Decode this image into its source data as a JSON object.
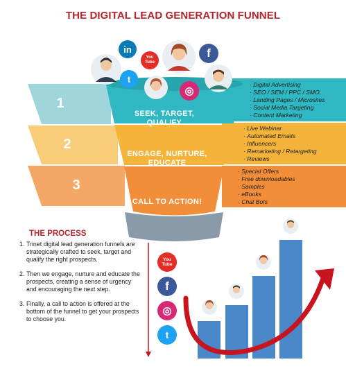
{
  "title": "THE DIGITAL LEAD GENERATION FUNNEL",
  "colors": {
    "title_red": "#b5242d",
    "stage1": "#2fb8c2",
    "stage2": "#f4b43a",
    "stage3": "#f28e3a",
    "tab1": "#9ed6dc",
    "tab2": "#f8cc79",
    "tab3": "#f5a766",
    "stem": "#8a9aa8",
    "arrow_red": "#c7141e",
    "bars": "#4a88c9"
  },
  "stages": [
    {
      "number": "1",
      "label": "SEEK, TARGET, QUALIFY",
      "bullets": [
        "Digital Advertising",
        "SEO / SEM / PPC / SMO",
        "Landing Pages / Microsites",
        "Social Media Targeting",
        "Content Marketing"
      ]
    },
    {
      "number": "2",
      "label": "ENGAGE, NURTURE, EDUCATE",
      "bullets": [
        "Live Webinar",
        "Automated Emails",
        "Influencers",
        "Remarketing / Retargeting",
        "Reviews"
      ]
    },
    {
      "number": "3",
      "label": "CALL TO ACTION!",
      "bullets": [
        "Special Offers",
        "Free downloadables",
        "Samples",
        "eBooks",
        "Chat Bots"
      ]
    }
  ],
  "process": {
    "title": "THE PROCESS",
    "steps": [
      {
        "num": "1.",
        "text": "Trinet digital lead generation funnels are strategically crafted to seek, target and qualify the right prospects."
      },
      {
        "num": "2.",
        "text": "Then we engage, nurture and educate the prospects, creating a sense of urgency and encouraging the next step."
      },
      {
        "num": "3.",
        "text": "Finally, a call to action is offered at the bottom of the funnel to get your prospects to choose you."
      }
    ]
  },
  "top_icons": [
    {
      "name": "linkedin-icon",
      "glyph": "in",
      "color": "#0a7bb5"
    },
    {
      "name": "youtube-icon",
      "glyph": "You Tube",
      "color": "#e52d27"
    },
    {
      "name": "facebook-icon",
      "glyph": "f",
      "color": "#3b5998"
    },
    {
      "name": "twitter-icon",
      "glyph": "t",
      "color": "#1da1f2"
    },
    {
      "name": "instagram-icon",
      "glyph": "◎",
      "color": "#d62976"
    }
  ],
  "side_icons": [
    {
      "name": "youtube-icon",
      "glyph": "You Tube",
      "color": "#e52d27"
    },
    {
      "name": "facebook-icon",
      "glyph": "f",
      "color": "#3b5998"
    },
    {
      "name": "instagram-icon",
      "glyph": "◎",
      "color": "#d62976"
    },
    {
      "name": "twitter-icon",
      "glyph": "t",
      "color": "#1da1f2"
    }
  ]
}
